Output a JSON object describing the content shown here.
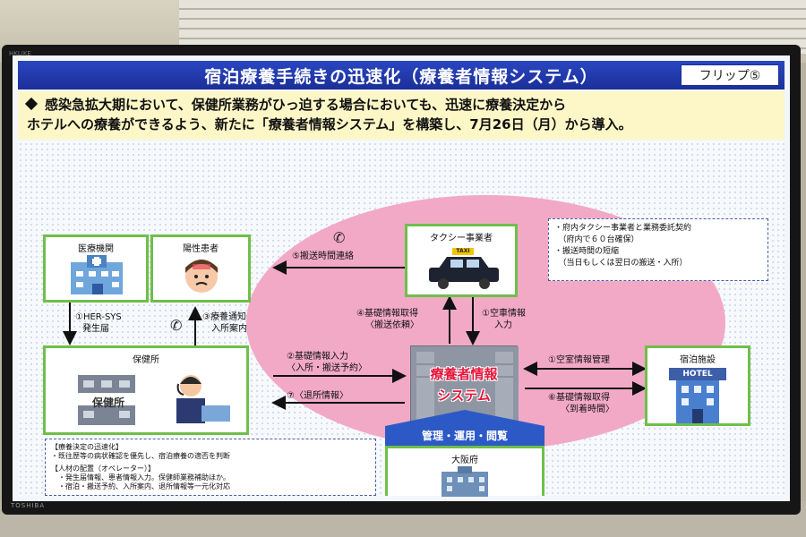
{
  "monitor": {
    "brand_top": "HKLIKE",
    "brand_bottom": "TOSHIBA"
  },
  "slide": {
    "title": "宿泊療養手続きの迅速化（療養者情報システム）",
    "flip": "フリップ⑤",
    "summary_line1": "感染急拡大期において、保健所業務がひっ迫する場合においても、迅速に療養決定から",
    "summary_line2": "ホテルへの療養ができるよう、新たに「療養者情報システム」を構築し、7月26日（月）から導入。"
  },
  "nodes": {
    "hospital": "医療機関",
    "patient": "陽性患者",
    "health_center": "保健所",
    "health_center_sign": "保健所",
    "taxi": "タクシー事業者",
    "taxi_sign": "TAXI",
    "hotel": "宿泊施設",
    "hotel_sign": "HOTEL",
    "osaka": "大阪府",
    "system_line1": "療養者情報",
    "system_line2": "システム"
  },
  "edges": {
    "e1_line1": "①HER-SYS",
    "e1_line2": "発生届",
    "e2_line1": "②基礎情報入力",
    "e2_line2": "〈入所・搬送予約〉",
    "e3_line1": "③療養通知",
    "e3_line2": "入所案内",
    "e4_line1": "④基礎情報取得",
    "e4_line2": "〈搬送依頼〉",
    "e5": "⑤搬送時間連絡",
    "e1b_line1": "①空車情報",
    "e1b_line2": "入力",
    "e1c": "①空室情報管理",
    "e6_line1": "⑥基礎情報取得",
    "e6_line2": "〈到着時間〉",
    "e7": "⑦〈退所情報〉",
    "admin": "管理・運用・閲覧"
  },
  "notes": {
    "taxi_note": [
      "・府内タクシー事業者と業務委託契約",
      "　（府内で６０台確保）",
      "・搬送時間の短縮",
      "　（当日もしくは翌日の搬送・入所）"
    ],
    "operator_note": [
      "【療養決定の迅速化】",
      "・既往歴等の病状確認を優先し、宿泊療養の適否を判断",
      "",
      "【人材の配置（オペレーター）】",
      "　・発生届情報、患者情報入力。保健師業務補助ほか。",
      "　・宿泊・搬送予約、入所案内、退所情報等一元化対応"
    ]
  },
  "colors": {
    "title_bg": "#1b2f97",
    "summary_bg": "#fdf6c7",
    "node_border": "#6fbf4a",
    "ellipse": "#f2a9c6",
    "system_text": "#e8173d",
    "admin": "#2d59c7"
  }
}
